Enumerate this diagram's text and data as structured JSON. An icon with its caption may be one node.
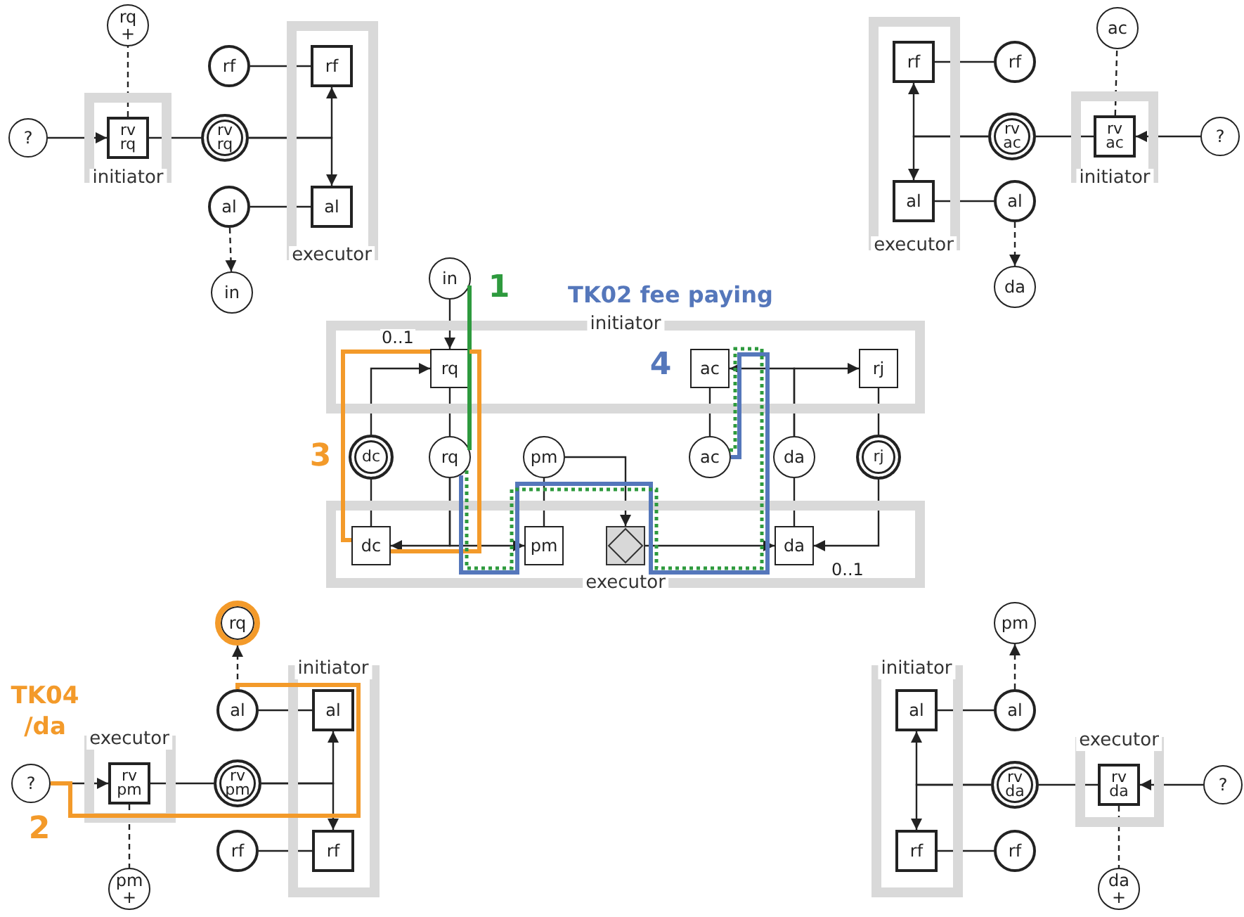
{
  "diagram": {
    "nodes": [
      {
        "text": [
          "initiator"
        ]
      },
      {
        "text": [
          "rv rq"
        ],
        "in": 0
      },
      {
        "text": [
          "rq +"
        ]
      },
      {
        "text": [
          "?"
        ]
      },
      {
        "text": [
          "rv rq"
        ]
      },
      {
        "text": [
          "executor"
        ]
      },
      {
        "text": [
          "rf"
        ],
        "in": 5
      },
      {
        "text": [
          "al"
        ],
        "in": 5
      },
      {
        "text": [
          "rf"
        ]
      },
      {
        "text": [
          "al"
        ]
      },
      {
        "text": [
          "in"
        ]
      },
      {
        "text": [
          "executor"
        ]
      },
      {
        "text": [
          "rf"
        ],
        "in": 11
      },
      {
        "text": [
          "al"
        ],
        "in": 11
      },
      {
        "text": [
          "ac"
        ]
      },
      {
        "text": [
          "rf"
        ]
      },
      {
        "text": [
          "rv ac"
        ]
      },
      {
        "text": [
          "initiator"
        ]
      },
      {
        "text": [
          "rv ac"
        ],
        "in": 17
      },
      {
        "text": [
          "?"
        ]
      },
      {
        "text": [
          "al"
        ]
      },
      {
        "text": [
          "da"
        ]
      },
      {
        "text": [
          "in"
        ]
      },
      {
        "text": [
          "initiator"
        ]
      },
      {
        "text": [
          "rq"
        ],
        "in": 23
      },
      {
        "text": [
          "ac"
        ],
        "in": 23
      },
      {
        "text": [
          "rj"
        ],
        "in": 23
      },
      {
        "text": [
          "dc"
        ]
      },
      {
        "text": [
          "rq"
        ]
      },
      {
        "text": [
          "pm"
        ]
      },
      {
        "text": [
          "ac"
        ]
      },
      {
        "text": [
          "da"
        ]
      },
      {
        "text": [
          "rj"
        ]
      },
      {
        "text": [
          "executor"
        ]
      },
      {
        "text": [
          "dc"
        ],
        "in": 33
      },
      {
        "text": [
          "pm"
        ],
        "in": 33
      },
      {
        "text": [],
        "shape": "diamond",
        "in": 33
      },
      {
        "text": [
          "da"
        ],
        "in": 33
      },
      {
        "text": [
          "rq"
        ]
      },
      {
        "text": [
          "al"
        ]
      },
      {
        "text": [
          "initiator"
        ]
      },
      {
        "text": [
          "al"
        ],
        "in": 40
      },
      {
        "text": [
          "executor"
        ]
      },
      {
        "text": [
          "rv pm"
        ],
        "in": 42
      },
      {
        "text": [
          "?"
        ]
      },
      {
        "text": [
          "rv pm"
        ]
      },
      {
        "text": [
          "rf"
        ],
        "in": 40
      },
      {
        "text": [
          "rf"
        ]
      },
      {
        "text": [
          "pm +"
        ]
      },
      {
        "text": [
          "pm"
        ]
      },
      {
        "text": [
          "initiator"
        ]
      },
      {
        "text": [
          "al"
        ],
        "in": 50
      },
      {
        "text": [
          "al"
        ]
      },
      {
        "text": [
          "executor"
        ]
      },
      {
        "text": [
          "rv da"
        ],
        "in": 53
      },
      {
        "text": [
          "rv da"
        ]
      },
      {
        "text": [
          "?"
        ]
      },
      {
        "text": [
          "rf"
        ],
        "in": 50
      },
      {
        "text": [
          "rf"
        ]
      },
      {
        "text": [
          "da +"
        ]
      }
    ],
    "edges": [
      {
        "from": 3,
        "to": 1,
        "arrow": "to"
      },
      {
        "from": 1,
        "to": 2,
        "arrow": "none",
        "style": "dashed"
      },
      {
        "from": 1,
        "to": 4,
        "arrow": "none"
      },
      {
        "from": 4,
        "to": 6,
        "arrow": "to"
      },
      {
        "from": 4,
        "to": 7,
        "arrow": "to"
      },
      {
        "from": 8,
        "to": 6,
        "arrow": "none"
      },
      {
        "from": 9,
        "to": 7,
        "arrow": "none"
      },
      {
        "from": 9,
        "to": 10,
        "arrow": "to",
        "style": "dashed"
      },
      {
        "from": 19,
        "to": 18,
        "arrow": "to"
      },
      {
        "from": 18,
        "to": 14,
        "arrow": "none",
        "style": "dashed"
      },
      {
        "from": 18,
        "to": 16,
        "arrow": "none"
      },
      {
        "from": 16,
        "to": 12,
        "arrow": "to"
      },
      {
        "from": 16,
        "to": 13,
        "arrow": "to"
      },
      {
        "from": 12,
        "to": 15,
        "arrow": "none"
      },
      {
        "from": 13,
        "to": 20,
        "arrow": "none"
      },
      {
        "from": 20,
        "to": 21,
        "arrow": "to",
        "style": "dashed"
      },
      {
        "from": 22,
        "to": 24,
        "arrow": "to"
      },
      {
        "from": 27,
        "to": 24,
        "arrow": "to",
        "label": "0..1"
      },
      {
        "from": 24,
        "to": 28,
        "arrow": "none"
      },
      {
        "from": 28,
        "to": 34,
        "arrow": "to"
      },
      {
        "from": 28,
        "to": 35,
        "arrow": "to"
      },
      {
        "from": 34,
        "to": 27,
        "arrow": "none"
      },
      {
        "from": 35,
        "to": 29,
        "arrow": "none"
      },
      {
        "from": 29,
        "to": 36,
        "arrow": "to"
      },
      {
        "from": 36,
        "to": 37,
        "arrow": "to"
      },
      {
        "from": 37,
        "to": 31,
        "arrow": "none"
      },
      {
        "from": 31,
        "to": 25,
        "arrow": "to"
      },
      {
        "from": 31,
        "to": 26,
        "arrow": "to"
      },
      {
        "from": 25,
        "to": 30,
        "arrow": "none"
      },
      {
        "from": 26,
        "to": 32,
        "arrow": "none"
      },
      {
        "from": 32,
        "to": 37,
        "arrow": "to",
        "label": "0..1"
      },
      {
        "from": 44,
        "to": 43,
        "arrow": "to"
      },
      {
        "from": 43,
        "to": 48,
        "arrow": "none",
        "style": "dashed"
      },
      {
        "from": 43,
        "to": 45,
        "arrow": "none"
      },
      {
        "from": 45,
        "to": 41,
        "arrow": "to"
      },
      {
        "from": 45,
        "to": 46,
        "arrow": "to"
      },
      {
        "from": 39,
        "to": 41,
        "arrow": "none"
      },
      {
        "from": 47,
        "to": 46,
        "arrow": "none"
      },
      {
        "from": 39,
        "to": 38,
        "arrow": "to",
        "style": "dashed"
      },
      {
        "from": 56,
        "to": 54,
        "arrow": "to"
      },
      {
        "from": 54,
        "to": 59,
        "arrow": "none",
        "style": "dashed"
      },
      {
        "from": 54,
        "to": 55,
        "arrow": "none"
      },
      {
        "from": 55,
        "to": 51,
        "arrow": "to"
      },
      {
        "from": 55,
        "to": 57,
        "arrow": "to"
      },
      {
        "from": 51,
        "to": 52,
        "arrow": "none"
      },
      {
        "from": 57,
        "to": 58,
        "arrow": "none"
      },
      {
        "from": 52,
        "to": 49,
        "arrow": "to",
        "style": "dashed"
      },
      {
        "from": 22,
        "to": 28,
        "arrow": "none",
        "style": "thick",
        "color": "#2e9a3e"
      },
      {
        "from": 34,
        "to": 24,
        "arrow": "none",
        "style": "thick",
        "color": "#f39a2a"
      },
      {
        "from": 24,
        "to": 34,
        "arrow": "none",
        "style": "thick",
        "color": "#f39a2a"
      },
      {
        "from": 30,
        "to": 28,
        "arrow": "none",
        "style": "thick",
        "color": "#5577bb"
      },
      {
        "from": 30,
        "to": 28,
        "arrow": "none",
        "style": "dashed",
        "color": "#2e9a3e"
      },
      {
        "from": 44,
        "to": 39,
        "arrow": "none",
        "style": "thick",
        "color": "#f39a2a"
      }
    ],
    "labels": [
      "1",
      "TK02 fee paying",
      "4",
      "3",
      "TK04 /da",
      "2"
    ]
  }
}
